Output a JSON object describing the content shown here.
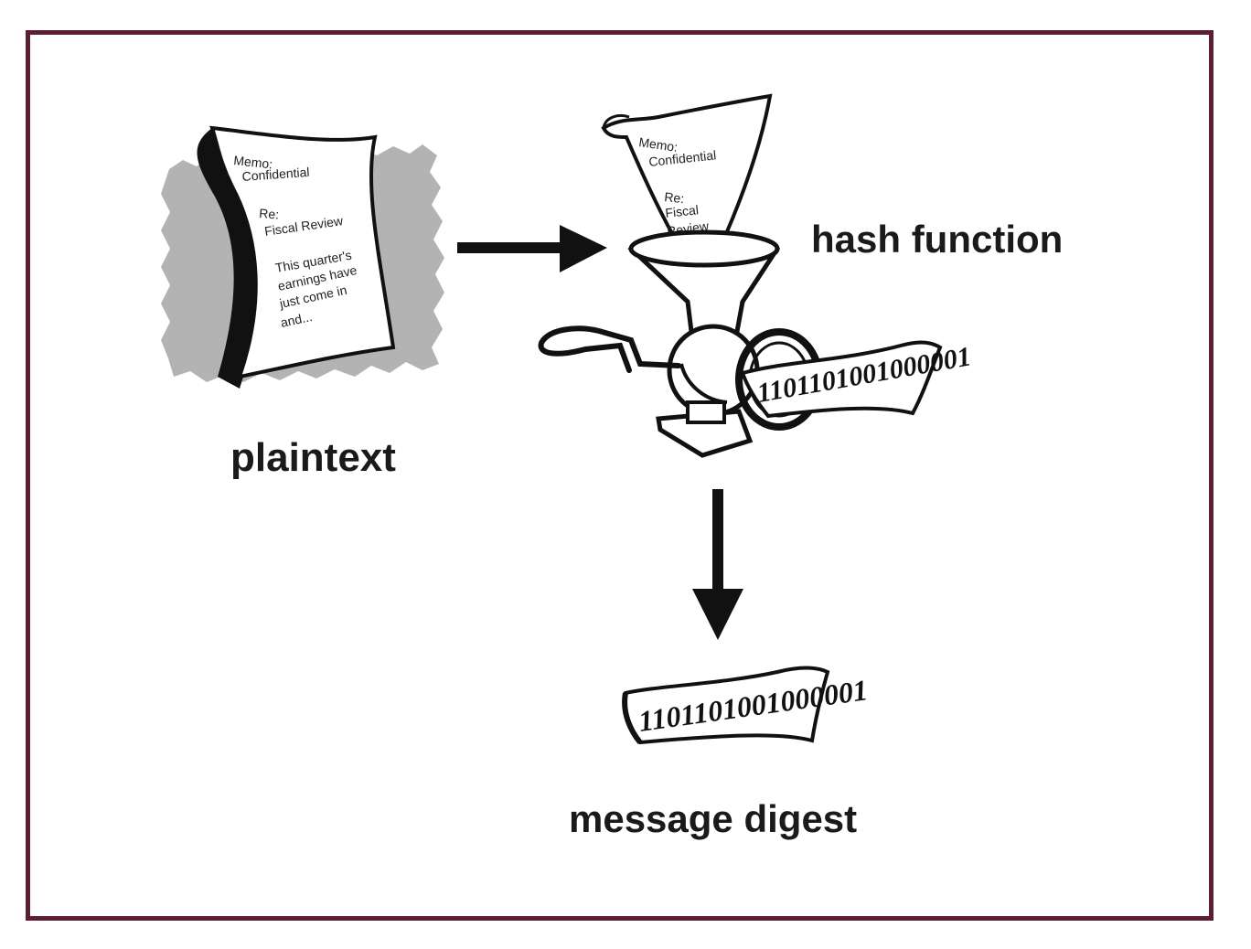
{
  "labels": {
    "plaintext": "plaintext",
    "hash_function": "hash function",
    "message_digest": "message digest"
  },
  "memo": {
    "line1": "Memo:",
    "line2": "Confidential",
    "line3": "Re:",
    "line4": "Fiscal Review",
    "line5": "This quarter's",
    "line6": "earnings have",
    "line7": "just come in",
    "line8": "and..."
  },
  "funnel_memo": {
    "line1": "Memo:",
    "line2": "Confidential",
    "line3": "Re:",
    "line4": "Fiscal",
    "line5": "Review"
  },
  "bits": {
    "grinder_output": "1101101001000001",
    "digest": "1101101001000001"
  },
  "colors": {
    "frame": "#5a1f33",
    "shadow": "#b3b3b3",
    "ink": "#111111"
  }
}
